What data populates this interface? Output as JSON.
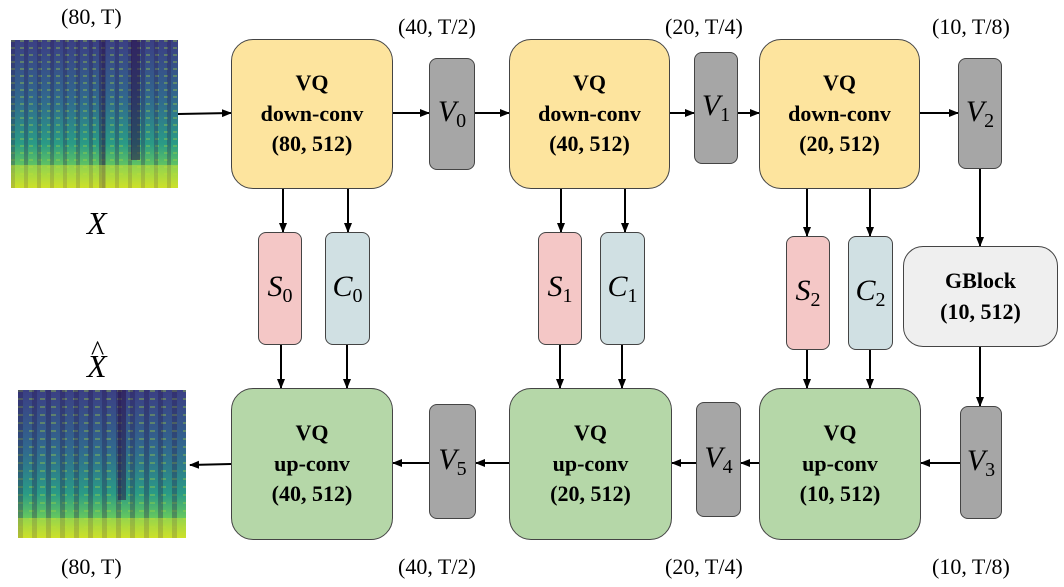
{
  "encoder": {
    "blocks": [
      {
        "line1": "VQ",
        "line2": "down-conv",
        "line3": "(80, 512)"
      },
      {
        "line1": "VQ",
        "line2": "down-conv",
        "line3": "(40, 512)"
      },
      {
        "line1": "VQ",
        "line2": "down-conv",
        "line3": "(20, 512)"
      }
    ],
    "v_boxes": [
      {
        "symbol": "V",
        "index": "0"
      },
      {
        "symbol": "V",
        "index": "1"
      },
      {
        "symbol": "V",
        "index": "2"
      }
    ]
  },
  "style_boxes": [
    {
      "symbol": "S",
      "index": "0"
    },
    {
      "symbol": "S",
      "index": "1"
    },
    {
      "symbol": "S",
      "index": "2"
    }
  ],
  "content_boxes": [
    {
      "symbol": "C",
      "index": "0"
    },
    {
      "symbol": "C",
      "index": "1"
    },
    {
      "symbol": "C",
      "index": "2"
    }
  ],
  "gblock": {
    "line1": "GBlock",
    "line2": "(10, 512)"
  },
  "decoder": {
    "blocks": [
      {
        "line1": "VQ",
        "line2": "up-conv",
        "line3": "(40, 512)"
      },
      {
        "line1": "VQ",
        "line2": "up-conv",
        "line3": "(20, 512)"
      },
      {
        "line1": "VQ",
        "line2": "up-conv",
        "line3": "(10, 512)"
      }
    ],
    "v_boxes": [
      {
        "symbol": "V",
        "index": "5"
      },
      {
        "symbol": "V",
        "index": "4"
      },
      {
        "symbol": "V",
        "index": "3"
      }
    ]
  },
  "shape_labels": {
    "top": [
      "(80, T)",
      "(40, T/2)",
      "(20, T/4)",
      "(10, T/8)"
    ],
    "bottom": [
      "(80, T)",
      "(40, T/2)",
      "(20, T/4)",
      "(10, T/8)"
    ]
  },
  "input_label": "X",
  "output_label": "X",
  "output_hat": "^",
  "colors": {
    "down_block": "#fde49e",
    "up_block": "#b5d7a8",
    "v_box": "#a6a6a6",
    "style_box": "#f4c7c6",
    "content_box": "#d0e0e3",
    "gblock": "#efefef"
  }
}
